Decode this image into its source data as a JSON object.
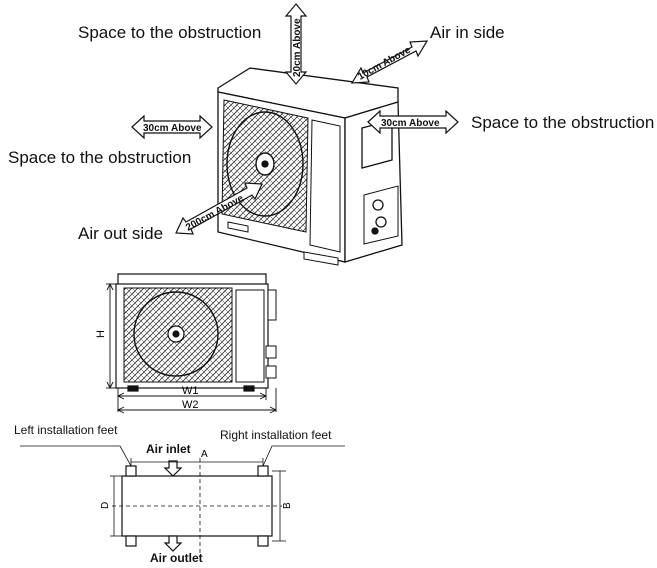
{
  "top_view": {
    "label_space_top": "Space to the obstruction",
    "label_air_in": "Air in side",
    "label_space_right": "Space to the obstruction",
    "label_space_left": "Space to the obstruction",
    "label_air_out": "Air out side",
    "arrow_top": "20cm Above",
    "arrow_air_in": "10cm Above",
    "arrow_right": "30cm Above",
    "arrow_left": "30cm Above",
    "arrow_air_out": "200cm Above"
  },
  "front_view": {
    "dim_h": "H",
    "dim_w1": "W1",
    "dim_w2": "W2"
  },
  "plan_view": {
    "left_feet": "Left installation feet",
    "right_feet": "Right installation feet",
    "air_inlet": "Air inlet",
    "air_outlet": "Air outlet",
    "dim_a": "A",
    "dim_b": "B",
    "dim_d": "D"
  }
}
